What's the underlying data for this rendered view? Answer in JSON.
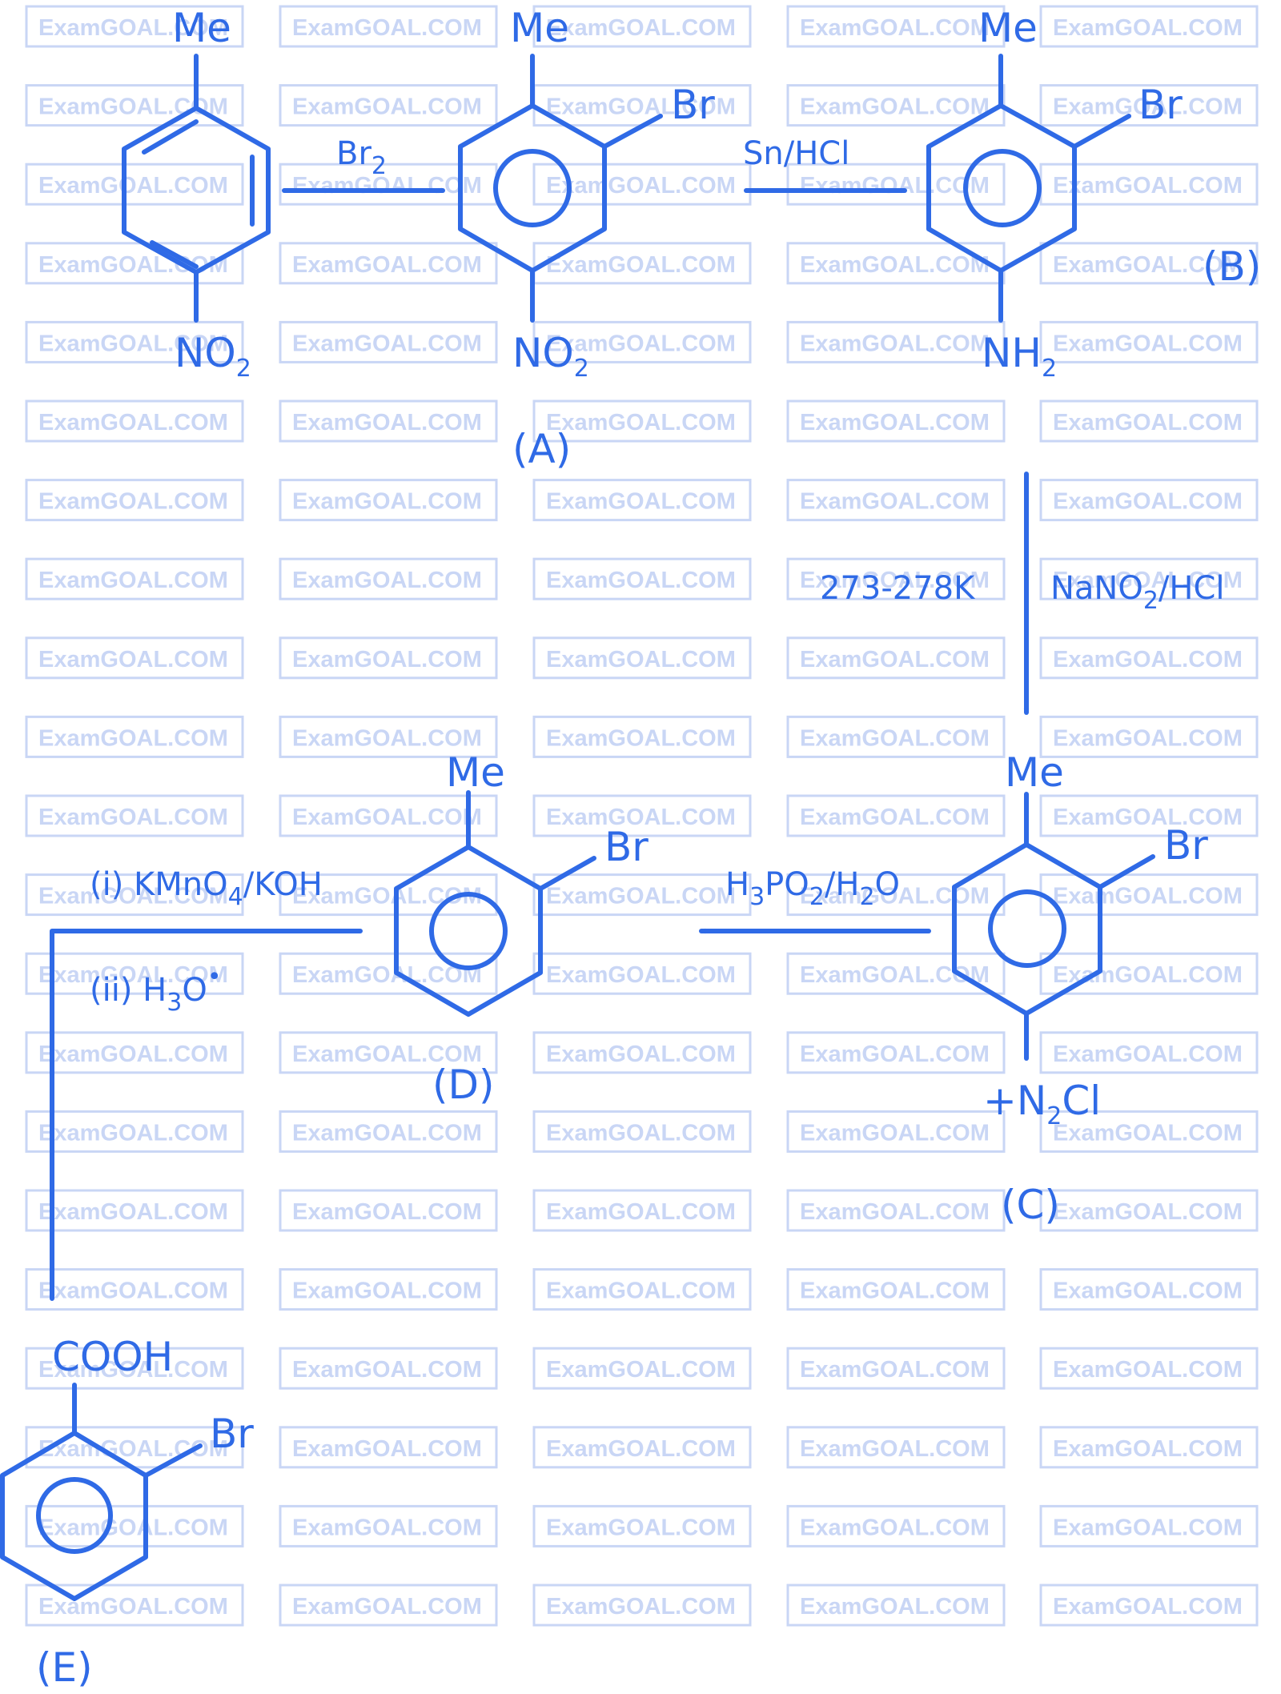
{
  "watermark": {
    "text": "ExamGOAL.COM"
  },
  "reactions": {
    "step1": {
      "reagent_main": "Br",
      "reagent_sub": "2"
    },
    "step2": {
      "reagent": "Sn/HCl"
    },
    "step3": {
      "temperature": "273-278K",
      "reagent_a": "NaNO",
      "reagent_sub": "2",
      "reagent_b": "/HCl"
    },
    "step4": {
      "h": "H",
      "h_sub": "3",
      "po": "PO",
      "po_sub": "2",
      "slash": "/H",
      "w_sub": "2",
      "o": "O"
    },
    "step5": {
      "line1_a": "(i) KMnO",
      "line1_sub": "4",
      "line1_b": "/KOH",
      "line2_a": "(ii) H",
      "line2_sub": "3",
      "line2_b": "O",
      "line2_sup": "•"
    }
  },
  "compounds": {
    "start": {
      "top_group": "Me",
      "bottom_main": "NO",
      "bottom_sub": "2"
    },
    "A": {
      "label": "(A)",
      "top_group": "Me",
      "side_group": "Br",
      "bottom_main": "NO",
      "bottom_sub": "2"
    },
    "B": {
      "label": "(B)",
      "top_group": "Me",
      "side_group": "Br",
      "bottom_main": "NH",
      "bottom_sub": "2"
    },
    "C": {
      "label": "(C)",
      "top_group": "Me",
      "side_group": "Br",
      "bottom_a": "+N",
      "bottom_sub": "2",
      "bottom_b": "Cl"
    },
    "D": {
      "label": "(D)",
      "top_group": "Me",
      "side_group": "Br"
    },
    "E": {
      "label": "(E)",
      "top_group": "COOH",
      "side_group": "Br"
    }
  }
}
